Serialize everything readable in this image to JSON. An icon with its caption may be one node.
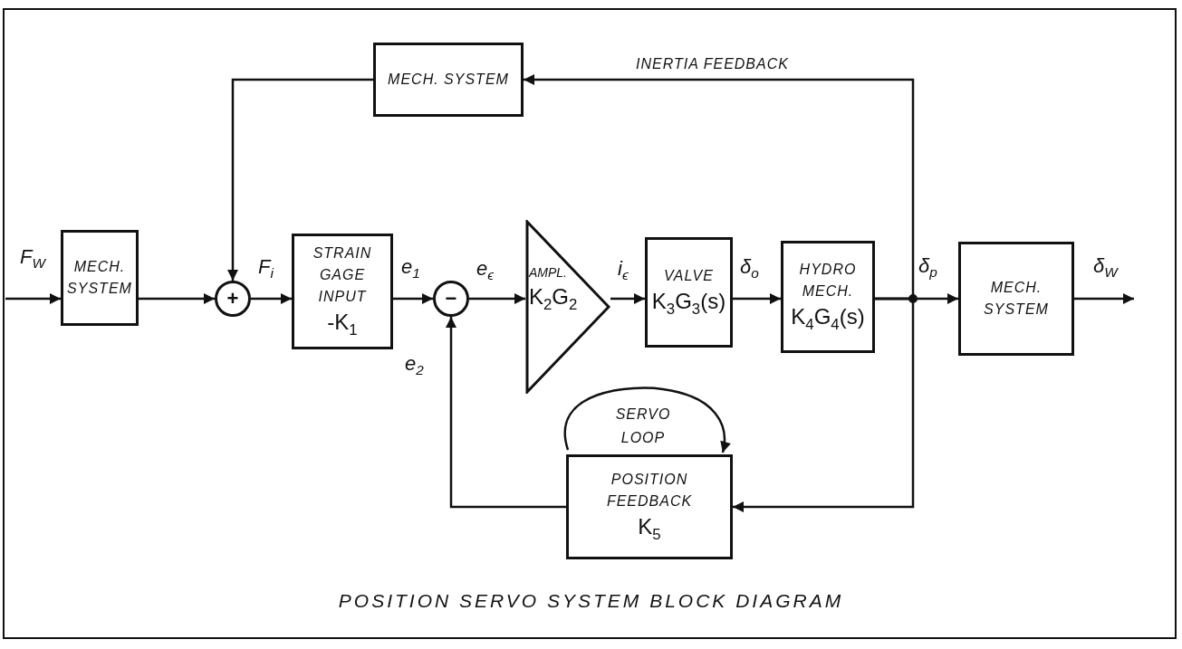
{
  "diagram": {
    "caption": "POSITION SERVO SYSTEM BLOCK DIAGRAM",
    "nodes": [
      {
        "text": [
          "MECH. SYSTEM"
        ]
      },
      {
        "text": [
          "MECH. SYSTEM"
        ]
      },
      {
        "text": [
          "+"
        ]
      },
      {
        "text": [
          "STRAIN GAGE INPUT",
          "-K$_{1}$"
        ]
      },
      {
        "text": [
          "−"
        ]
      },
      {
        "text": [
          "AMPL.",
          "K$_{2}$G$_{2}$"
        ]
      },
      {
        "text": [
          "VALVE",
          "K$_{3}$G$_{3}$(s)"
        ]
      },
      {
        "text": [
          "HYDRO MECH.",
          "K$_{4}$G$_{4}$(s)"
        ]
      },
      {
        "text": [
          "MECH. SYSTEM"
        ]
      },
      {
        "text": [
          "POSITION FEEDBACK",
          "K$_{5}$"
        ],
        "beside": [
          "SERVO LOOP"
        ]
      }
    ],
    "edges": [
      {
        "from": null,
        "to": 1,
        "arrow": "to",
        "label": "F$_{W}$"
      },
      {
        "from": 1,
        "to": 2,
        "arrow": "to"
      },
      {
        "from": 0,
        "to": 2,
        "arrow": "to"
      },
      {
        "from": 2,
        "to": 3,
        "arrow": "to",
        "label": "F$_{i}$"
      },
      {
        "from": 3,
        "to": 4,
        "arrow": "to",
        "label": "e$_{1}$"
      },
      {
        "from": 4,
        "to": 5,
        "arrow": "to",
        "label": "e$_{ϵ}$"
      },
      {
        "from": 5,
        "to": 6,
        "arrow": "to",
        "label": "i$_{ϵ}$"
      },
      {
        "from": 6,
        "to": 7,
        "arrow": "to",
        "label": "δ$_{o}$"
      },
      {
        "from": 7,
        "to": 8,
        "arrow": "to",
        "label": "δ$_{p}$"
      },
      {
        "from": 8,
        "to": null,
        "arrow": "to",
        "label": "δ$_{W}$"
      },
      {
        "from": 7,
        "to": 0,
        "arrow": "to",
        "label": "INERTIA FEEDBACK"
      },
      {
        "from": 7,
        "to": 9,
        "arrow": "to"
      },
      {
        "from": 9,
        "to": 4,
        "arrow": "to",
        "label": "e$_{2}$"
      }
    ]
  }
}
